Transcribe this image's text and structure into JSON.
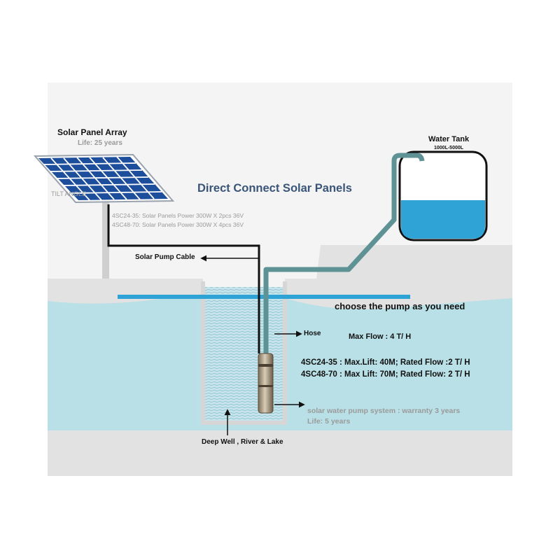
{
  "panel": {
    "title": "Solar Panel Array",
    "life": "Life: 25 years",
    "tilt_label": "TILT ANGLE",
    "spec_1": "4SC24-35: Solar Panels Power 300W X 2pcs 36V",
    "spec_2": "4SC48-70: Solar Panels Power 300W X 4pcs 36V"
  },
  "heading": "Direct Connect Solar Panels",
  "tank": {
    "title": "Water Tank",
    "capacity": "1000L-5000L"
  },
  "labels": {
    "cable": "Solar Pump Cable",
    "choose": "choose the pump as you need",
    "hose": "Hose",
    "max_flow": "Max Flow : 4 T/ H",
    "model_1": "4SC24-35 : Max.Lift: 40M; Rated Flow :2 T/ H",
    "model_2": "4SC48-70 : Max Lift: 70M; Rated Flow: 2 T/ H",
    "warranty": "solar water pump system : warranty 3 years",
    "pump_life": "Life: 5 years",
    "source": "Deep Well , River & Lake"
  },
  "colors": {
    "panel_blue": "#1d4e9c",
    "water": "#b9e0e6",
    "tank_water": "#2fa3d6",
    "pipe": "#5e9294",
    "heading": "#3a5578",
    "ground": "#e2e2e2"
  }
}
